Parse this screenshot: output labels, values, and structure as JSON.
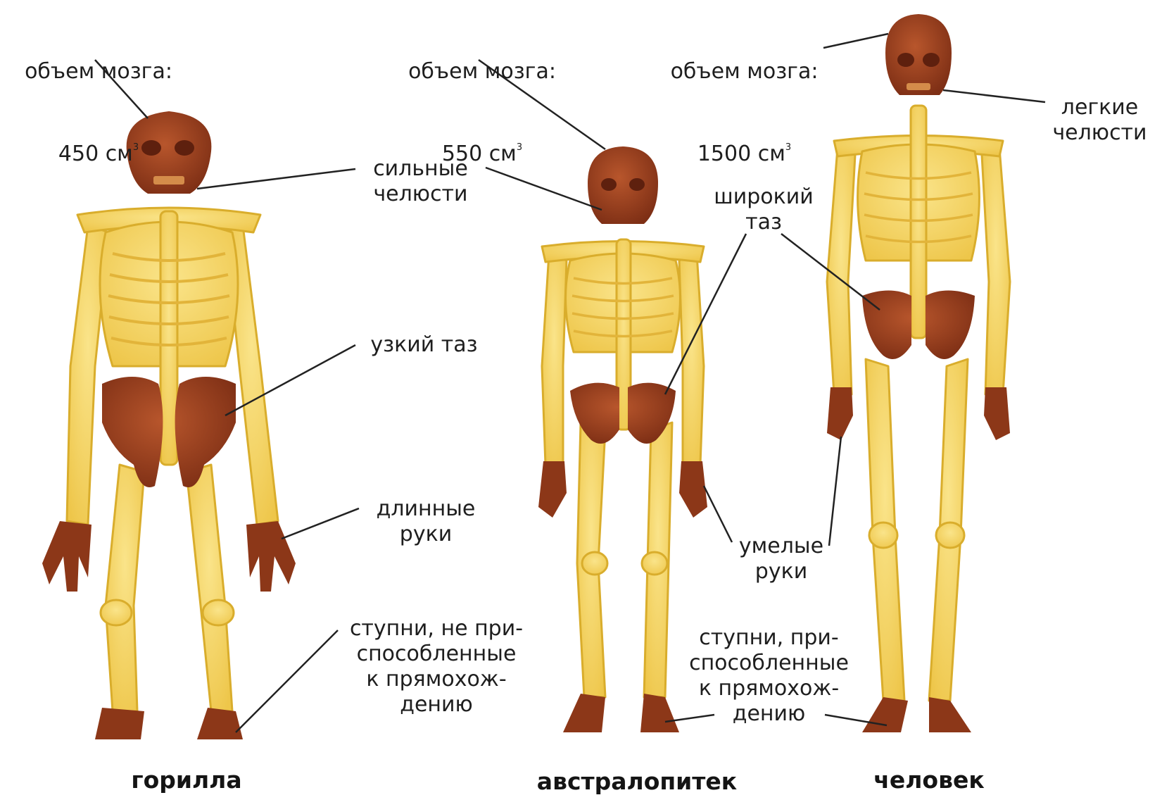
{
  "brain_volumes": [
    {
      "caption": "объем мозга:",
      "value": "450 см",
      "sup": "3"
    },
    {
      "caption": "объем мозга:",
      "value": "550 см",
      "sup": "3"
    },
    {
      "caption": "объем мозга:",
      "value": "1500 см",
      "sup": "3"
    }
  ],
  "labels": {
    "strong_jaws": "сильные\nчелюсти",
    "light_jaws": "легкие\nчелюсти",
    "wide_pelvis": "широкий\nтаз",
    "narrow_pelvis": "узкий таз",
    "long_arms": "длинные\nруки",
    "skilled_hands": "умелые\nруки",
    "feet_not_adapted": "ступни, не при-\nспособленные\nк прямохож-\nдению",
    "feet_adapted": "ступни, при-\nспособленные\nк прямохож-\nдению"
  },
  "specimens": [
    "горилла",
    "австралопитек",
    "человек"
  ],
  "colors": {
    "bone": "#f2d15a",
    "bone_outline": "#d9ad2c",
    "highlight": "#9b4120",
    "highlight_dark": "#6e2812",
    "leader": "#222222"
  }
}
